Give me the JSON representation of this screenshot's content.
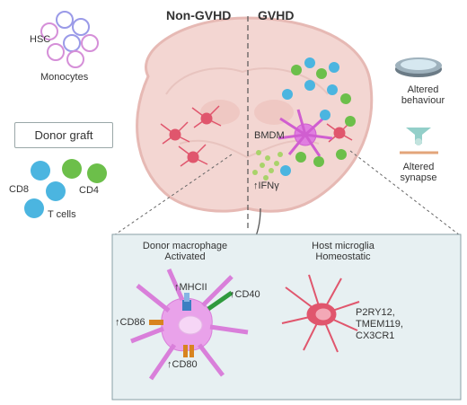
{
  "header": {
    "left": "Non-GVHD",
    "right": "GVHD"
  },
  "left_panel": {
    "hsc_label": "HSC",
    "monocytes_label": "Monocytes",
    "donor_graft": "Donor graft",
    "cd8_label": "CD8",
    "cd4_label": "CD4",
    "tcells_label": "T cells"
  },
  "brain": {
    "bmdm_label": "BMDM",
    "ifn_label": "↑IFNγ"
  },
  "right_panel": {
    "behaviour_line1": "Altered",
    "behaviour_line2": "behaviour",
    "synapse_line1": "Altered",
    "synapse_line2": "synapse"
  },
  "inset": {
    "macrophage_title_1": "Donor macrophage",
    "macrophage_title_2": "Activated",
    "microglia_title_1": "Host microglia",
    "microglia_title_2": "Homeostatic",
    "mhcii": "↑MHCII",
    "cd40": "↑CD40",
    "cd86": "↑CD86",
    "cd80": "↑CD80",
    "markers_1": "P2RY12,",
    "markers_2": "TMEM119,",
    "markers_3": "CX3CR1"
  },
  "colors": {
    "brain_fill": "#f3d6d2",
    "brain_outline": "#e6b9b4",
    "microglia": "#e0566d",
    "macrophage": "#e07ee0",
    "tcell_blue": "#4bb5e0",
    "tcell_green": "#6cbf4a",
    "inset_bg": "#e7f0f2"
  }
}
